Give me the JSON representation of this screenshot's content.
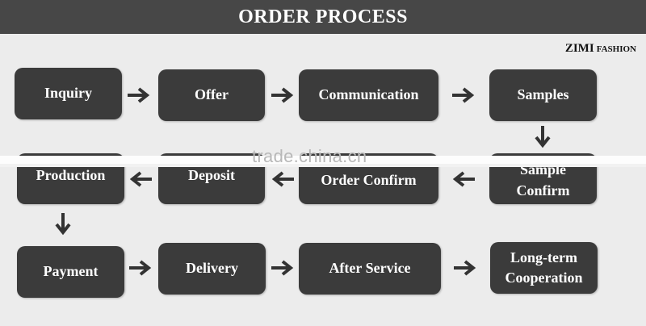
{
  "header": {
    "title": "ORDER PROCESS"
  },
  "brand": {
    "name": "ZIMI",
    "suffix": "FASHION"
  },
  "steps": {
    "inquiry": "Inquiry",
    "offer": "Offer",
    "communication": "Communication",
    "samples": "Samples",
    "sample_confirm_line1": "Sample",
    "sample_confirm_line2": "Confirm",
    "order_confirm": "Order Confirm",
    "deposit": "Deposit",
    "production": "Production",
    "payment": "Payment",
    "delivery": "Delivery",
    "after_service": "After Service",
    "long_term_line1": "Long-term",
    "long_term_line2": "Cooperation"
  },
  "watermark": "trade.china.cn",
  "colors": {
    "header_bg": "#474747",
    "box_bg": "#3b3b3b",
    "background": "#ececec",
    "arrow": "#333333"
  }
}
